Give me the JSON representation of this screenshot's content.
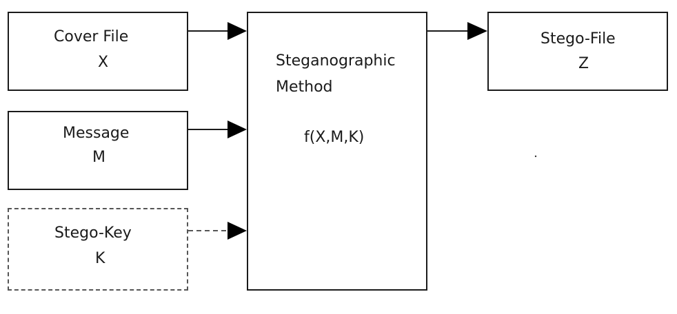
{
  "cover_file": {
    "title": "Cover File",
    "symbol": "X"
  },
  "message": {
    "title": "Message",
    "symbol": "M"
  },
  "stego_key": {
    "title": "Stego-Key",
    "symbol": "K"
  },
  "method": {
    "title_line1": "Steganographic",
    "title_line2": "Method",
    "function": "f(X,M,K)"
  },
  "stego_file": {
    "title": "Stego-File",
    "symbol": "Z"
  }
}
